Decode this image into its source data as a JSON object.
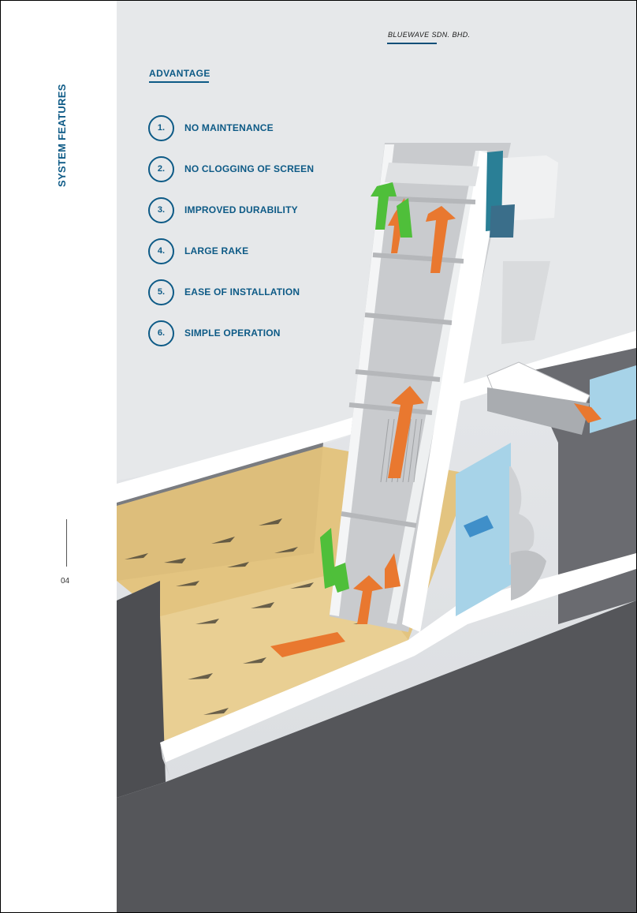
{
  "sidebar": {
    "section_title": "SYSTEM FEATURES",
    "page_number": "04"
  },
  "header": {
    "company": "BLUEWAVE SDN. BHD."
  },
  "advantage": {
    "title": "ADVANTAGE",
    "items": [
      {
        "number": "1.",
        "label": "NO MAINTENANCE"
      },
      {
        "number": "2.",
        "label": "NO CLOGGING OF SCREEN"
      },
      {
        "number": "3.",
        "label": "IMPROVED DURABILITY"
      },
      {
        "number": "4.",
        "label": "LARGE RAKE"
      },
      {
        "number": "5.",
        "label": "EASE OF INSTALLATION"
      },
      {
        "number": "6.",
        "label": "SIMPLE OPERATION"
      }
    ]
  },
  "colors": {
    "brand_blue": "#0d5a86",
    "wastewater": "#e8c878",
    "clean_water": "#9ecfe6",
    "arrow_orange": "#e9782f",
    "arrow_green": "#4fbf3a"
  }
}
